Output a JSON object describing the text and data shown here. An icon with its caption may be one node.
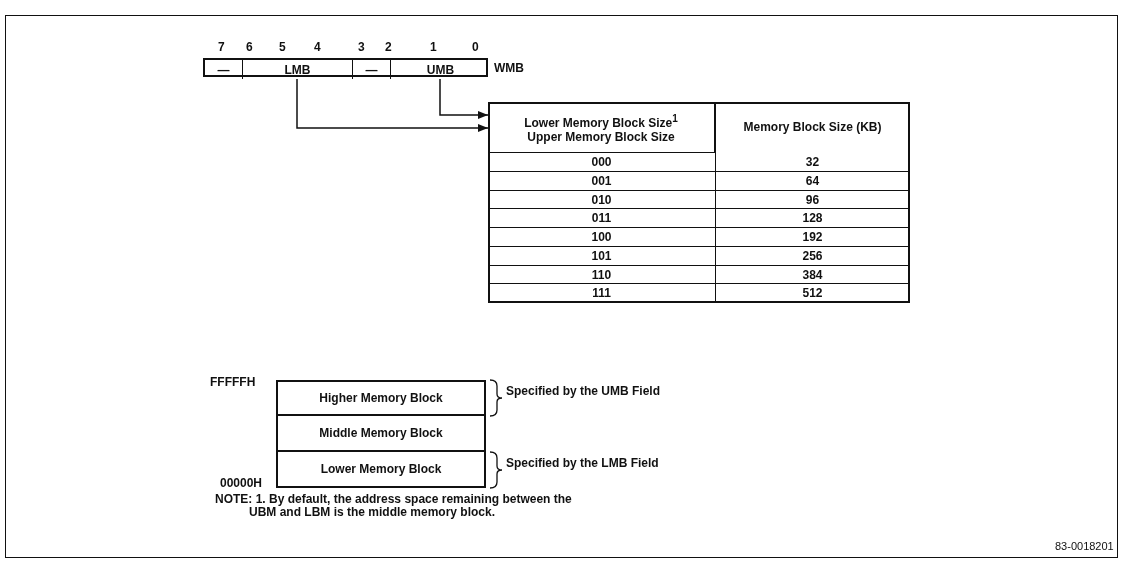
{
  "diagram": {
    "nodes": [
      {
        "text": [
          "WMB"
        ]
      },
      {
        "text": [
          "—"
        ],
        "in": 0
      },
      {
        "text": [
          "LMB"
        ],
        "in": 0
      },
      {
        "text": [
          "—"
        ],
        "in": 0
      },
      {
        "text": [
          "UMB"
        ],
        "in": 0
      },
      {
        "text": [
          "Lower Memory Block Size$^{1}$ Upper Memory Block Size"
        ]
      },
      {
        "text": [
          "Higher Memory Block"
        ]
      },
      {
        "text": [
          "Middle Memory Block"
        ]
      },
      {
        "text": [
          "Lower Memory Block"
        ]
      }
    ],
    "edges": [
      {
        "from": 4,
        "to": 5,
        "arrow": "to"
      },
      {
        "from": 2,
        "to": 5,
        "arrow": "to"
      }
    ],
    "labels": [
      "7",
      "6",
      "5",
      "4",
      "3",
      "2",
      "1",
      "0",
      "Memory Block Size (KB)",
      "000",
      "32",
      "001",
      "64",
      "010",
      "96",
      "011",
      "128",
      "100",
      "192",
      "101",
      "256",
      "110",
      "384",
      "111",
      "512",
      "FFFFFH",
      "Specified by the UMB Field",
      "Specified by the LMB Field",
      "00000H",
      "NOTE: 1. By default, the address space remaining between the UBM and LBM is the middle memory block.",
      "83-0018201"
    ]
  }
}
